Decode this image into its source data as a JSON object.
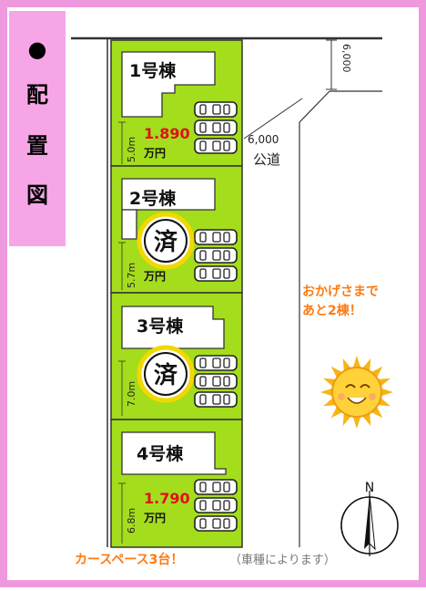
{
  "sidebar": {
    "bullet": "●",
    "chars": [
      "配",
      "置",
      "図"
    ]
  },
  "road": {
    "width_top": "6,000",
    "width_mid": "6,000",
    "name": "公道"
  },
  "lots": [
    {
      "name": "1号棟",
      "frontage": "5.0m",
      "price": "1.890",
      "unit": "万円",
      "status": ""
    },
    {
      "name": "2号棟",
      "frontage": "5.7m",
      "price": "",
      "unit": "万円",
      "status": "済"
    },
    {
      "name": "3号棟",
      "frontage": "7.0m",
      "price": "",
      "unit": "",
      "status": "済"
    },
    {
      "name": "4号棟",
      "frontage": "6.8m",
      "price": "1.790",
      "unit": "万円",
      "status": ""
    }
  ],
  "message": {
    "line1": "おかげさまで",
    "line2": "あと2棟！"
  },
  "footer": {
    "main": "カースペース3台！",
    "note": "（車種によります）"
  },
  "compass": {
    "label": "N"
  },
  "colors": {
    "frame_pink": "#ee99dd",
    "sidebar_pink": "#f6a6e6",
    "lot_green": "#a4dd1c",
    "price_red": "#e0101a",
    "accent_orange": "#ff7a10",
    "sold_gold": "#f2d800"
  }
}
